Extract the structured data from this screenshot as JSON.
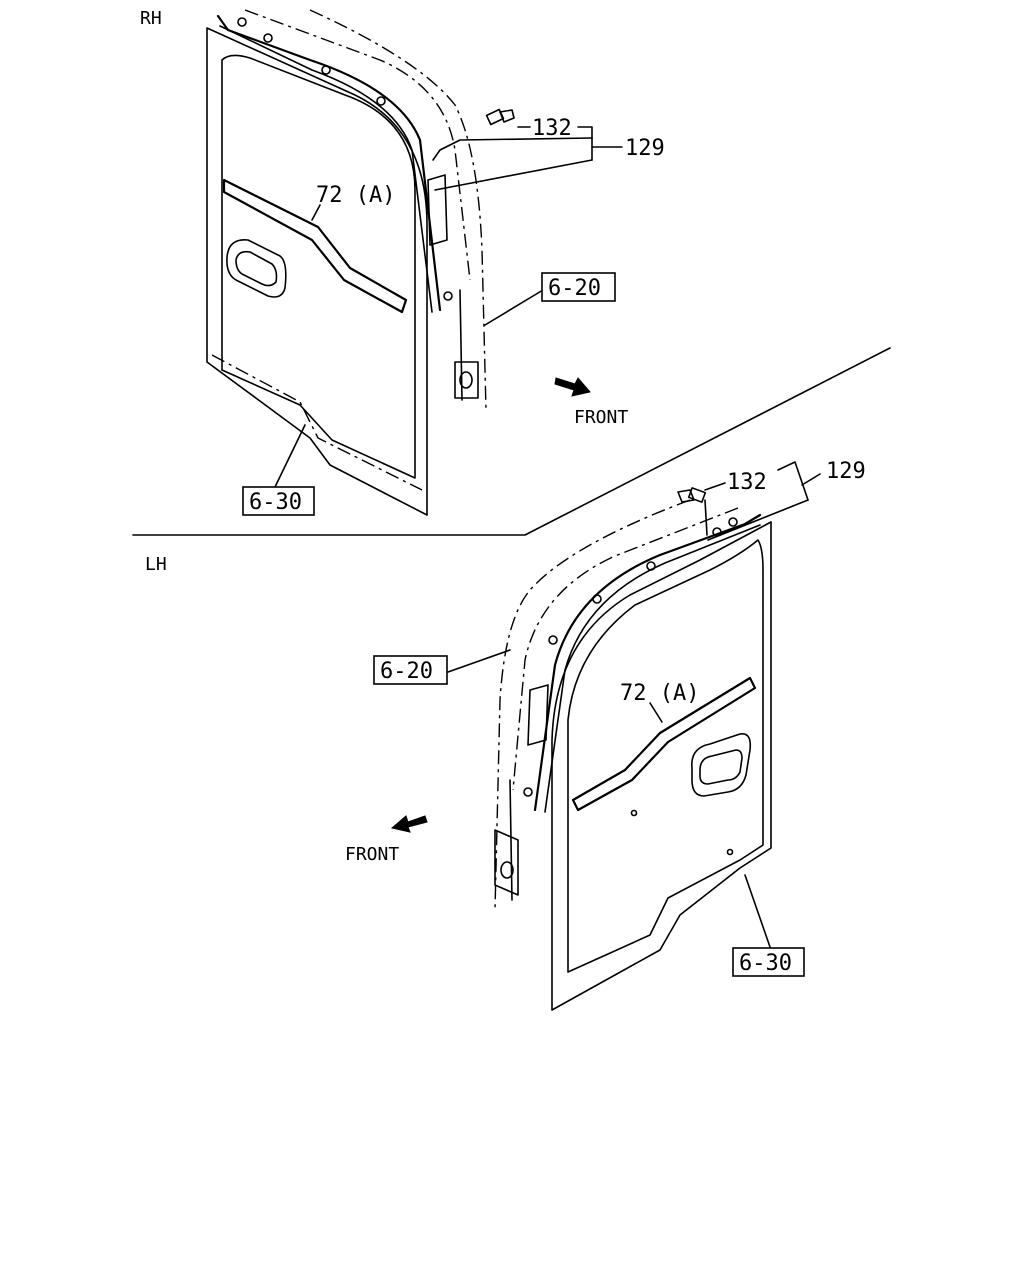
{
  "sections": {
    "rh": {
      "label": "RH",
      "callouts": {
        "clip": "132",
        "kit": "129",
        "molding": "72 (A)",
        "ref_pillar": "6-20",
        "ref_door": "6-30"
      },
      "direction": "FRONT"
    },
    "lh": {
      "label": "LH",
      "callouts": {
        "clip": "132",
        "kit": "129",
        "molding": "72 (A)",
        "ref_pillar": "6-20",
        "ref_door": "6-30"
      },
      "direction": "FRONT"
    }
  }
}
